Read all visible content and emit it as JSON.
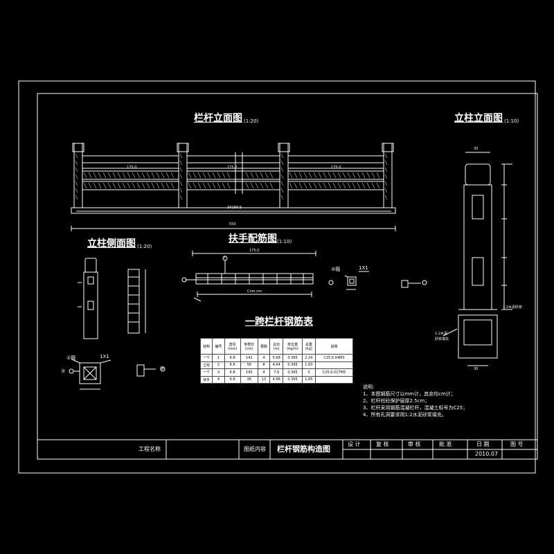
{
  "drawings": {
    "railing_elevation": {
      "title": "栏杆立面图",
      "scale": "(1:20)",
      "panel_dims": [
        "175.0",
        "175.0",
        "175.0"
      ],
      "total_dim": "3X180.5",
      "overall_dim": "550"
    },
    "post_elevation": {
      "title": "立柱立面图",
      "scale": "(1:10)",
      "top_dim": "30",
      "bottom_dim": "30",
      "right_dim": "1:2水泥砂浆",
      "left_note_1": "1:2水泥",
      "left_note_2": "砂浆填充"
    },
    "post_side": {
      "title": "立柱侧面图",
      "scale": "(1:20)"
    },
    "handrail_rebar": {
      "title": "扶手配筋图",
      "scale": "(1:10)",
      "top_dim": "175.0",
      "inner_dim": "Cnm.nm",
      "ref_mark": "①"
    },
    "rebar_table_title": "一跨栏杆钢筋表"
  },
  "details": {
    "top_right_marker": "1X1",
    "top_right_label": "②箍",
    "mid_left_marker": "1X1",
    "mid_left_label": "①箍",
    "mid_left_circle": "②",
    "small_right_circle": "③"
  },
  "rebar_table": {
    "headers": [
      "结构",
      "编号",
      "直径\n(mm)",
      "单根长\n(cm)",
      "根数",
      "总长\n(m)",
      "单位重\n(kg/m)",
      "总重\n(kg)",
      "说明"
    ],
    "rows": [
      [
        "一个",
        "1",
        "6.8",
        "142",
        "4",
        "5.68",
        "0.395",
        "2.24",
        "C25:0.04M3"
      ],
      [
        "立柱",
        "2",
        "6.8",
        "58",
        "8",
        "4.64",
        "0.395",
        "1.83",
        ""
      ],
      [
        "一个",
        "3",
        "6.8",
        "190",
        "4",
        "7.6",
        "0.395",
        "3",
        "C25:0.017M3"
      ],
      [
        "扶手",
        "4",
        "6.8",
        "36",
        "13",
        "4.68",
        "0.395",
        "1.85",
        ""
      ]
    ]
  },
  "notes": {
    "heading": "说明:",
    "items": [
      "1、本图钢筋尺寸以mm计，其余均cm计；",
      "2、栏杆柱砼保护层厚2.5cm；",
      "3、栏杆采用钢筋混凝栏杆，混凝土标号为C25；",
      "4、所有孔洞要求用1:2水泥砂浆填充。"
    ]
  },
  "title_block": {
    "project_label": "工程名称",
    "content_label": "图纸内容",
    "drawing_name": "栏杆钢筋构造图",
    "design": "设 计",
    "check": "复 核",
    "review": "审 核",
    "approve": "批 准",
    "date_label": "日 期",
    "drawing_no_label": "图 号",
    "date_value": "2010.07"
  }
}
